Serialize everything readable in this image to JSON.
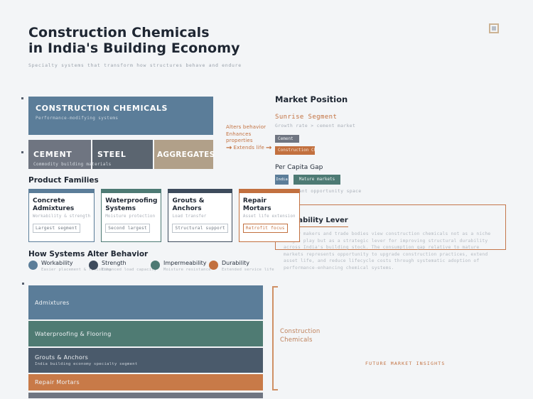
{
  "colors": {
    "background": "#f3f5f7",
    "ink": "#1e2632",
    "muted": "#a9afb8",
    "blue": "#5b7d99",
    "slate": "#3d4b5c",
    "teal": "#4d7a74",
    "orange": "#c2703f",
    "gray_box": "#6f7581",
    "steel_box": "#5b6570",
    "tan_box": "#b1a089"
  },
  "icons": {
    "arrow_right": "→"
  },
  "header": {
    "title_line1": "Construction Chemicals",
    "title_line2": "in India's Building Economy",
    "subtitle": "Specialty systems that transform how structures behave and endure"
  },
  "hierarchy": {
    "main_box": {
      "title": "CONSTRUCTION CHEMICALS",
      "subtitle": "Performance-modifying systems"
    },
    "commodities": {
      "items": [
        "CEMENT",
        "STEEL",
        "AGGREGATES"
      ],
      "note": "Commodity building materials"
    },
    "annotation": {
      "line1": "Alters behavior",
      "line2": "Enhances properties",
      "line3": "Extends life"
    }
  },
  "market_position": {
    "heading": "Market Position",
    "sunrise": {
      "title": "Sunrise Segment",
      "note": "Growth rate > cement market",
      "bars": [
        {
          "label": "Cement",
          "color": "#6f7581",
          "relative_width": 34
        },
        {
          "label": "Construction Chemicals",
          "color": "#c2703f",
          "relative_width": 56
        }
      ]
    },
    "per_capita": {
      "title": "Per Capita Gap",
      "bars": [
        {
          "label": "India",
          "color": "#5b7d99",
          "relative_width": 19
        },
        {
          "label": "Mature markets",
          "color": "#4d7a74",
          "relative_width": 66
        }
      ],
      "note": "Significant opportunity space"
    }
  },
  "product_families": {
    "heading": "Product Families",
    "cards": [
      {
        "title": "Concrete Admixtures",
        "subtitle": "Workability & strength",
        "badge": "Largest segment",
        "accent": "#5b7d99"
      },
      {
        "title": "Waterproofing Systems",
        "subtitle": "Moisture protection",
        "badge": "Second largest",
        "accent": "#4d7a74"
      },
      {
        "title": "Grouts & Anchors",
        "subtitle": "Load transfer",
        "badge": "Structural support",
        "accent": "#3d4b5c"
      },
      {
        "title": "Repair Mortars",
        "subtitle": "Asset life extension",
        "badge": "Retrofit focus",
        "accent": "#c2703f"
      }
    ]
  },
  "behavior": {
    "heading": "How Systems Alter Behavior",
    "legend": [
      {
        "label": "Workability",
        "sublabel": "Easier placement & finishing",
        "color": "#5b7d99"
      },
      {
        "label": "Strength",
        "sublabel": "Enhanced load capacity",
        "color": "#3d4b5c"
      },
      {
        "label": "Impermeability",
        "sublabel": "Moisture resistance",
        "color": "#4d7a74"
      },
      {
        "label": "Durability",
        "sublabel": "Extended service life",
        "color": "#c2703f"
      }
    ],
    "bars": [
      {
        "label": "Admixtures",
        "color": "#5b7d99",
        "relative_height": 48
      },
      {
        "label": "Waterproofing & Flooring",
        "color": "#4f7b73",
        "relative_height": 36
      },
      {
        "label": "Grouts & Anchors",
        "sublabel": "India building economy specialty segment",
        "color": "#4a5a6b",
        "relative_height": 35
      },
      {
        "label": "Repair Mortars",
        "color": "#c87a48",
        "relative_height": 23
      },
      {
        "label": "",
        "color": "#6f7581",
        "relative_height": 8
      }
    ]
  },
  "durability_lever": {
    "title": "Durability Lever",
    "body": "Policy makers and trade bodies view construction chemicals not as a niche margin play but as a strategic lever for improving structural durability across India's building stock. The consumption gap relative to mature markets represents opportunity to upgrade construction practices, extend asset life, and reduce lifecycle costs through systematic adoption of performance-enhancing chemical systems."
  },
  "outro": {
    "bracket_label": "Construction\nChemicals",
    "brand": "FUTURE MARKET INSIGHTS"
  }
}
